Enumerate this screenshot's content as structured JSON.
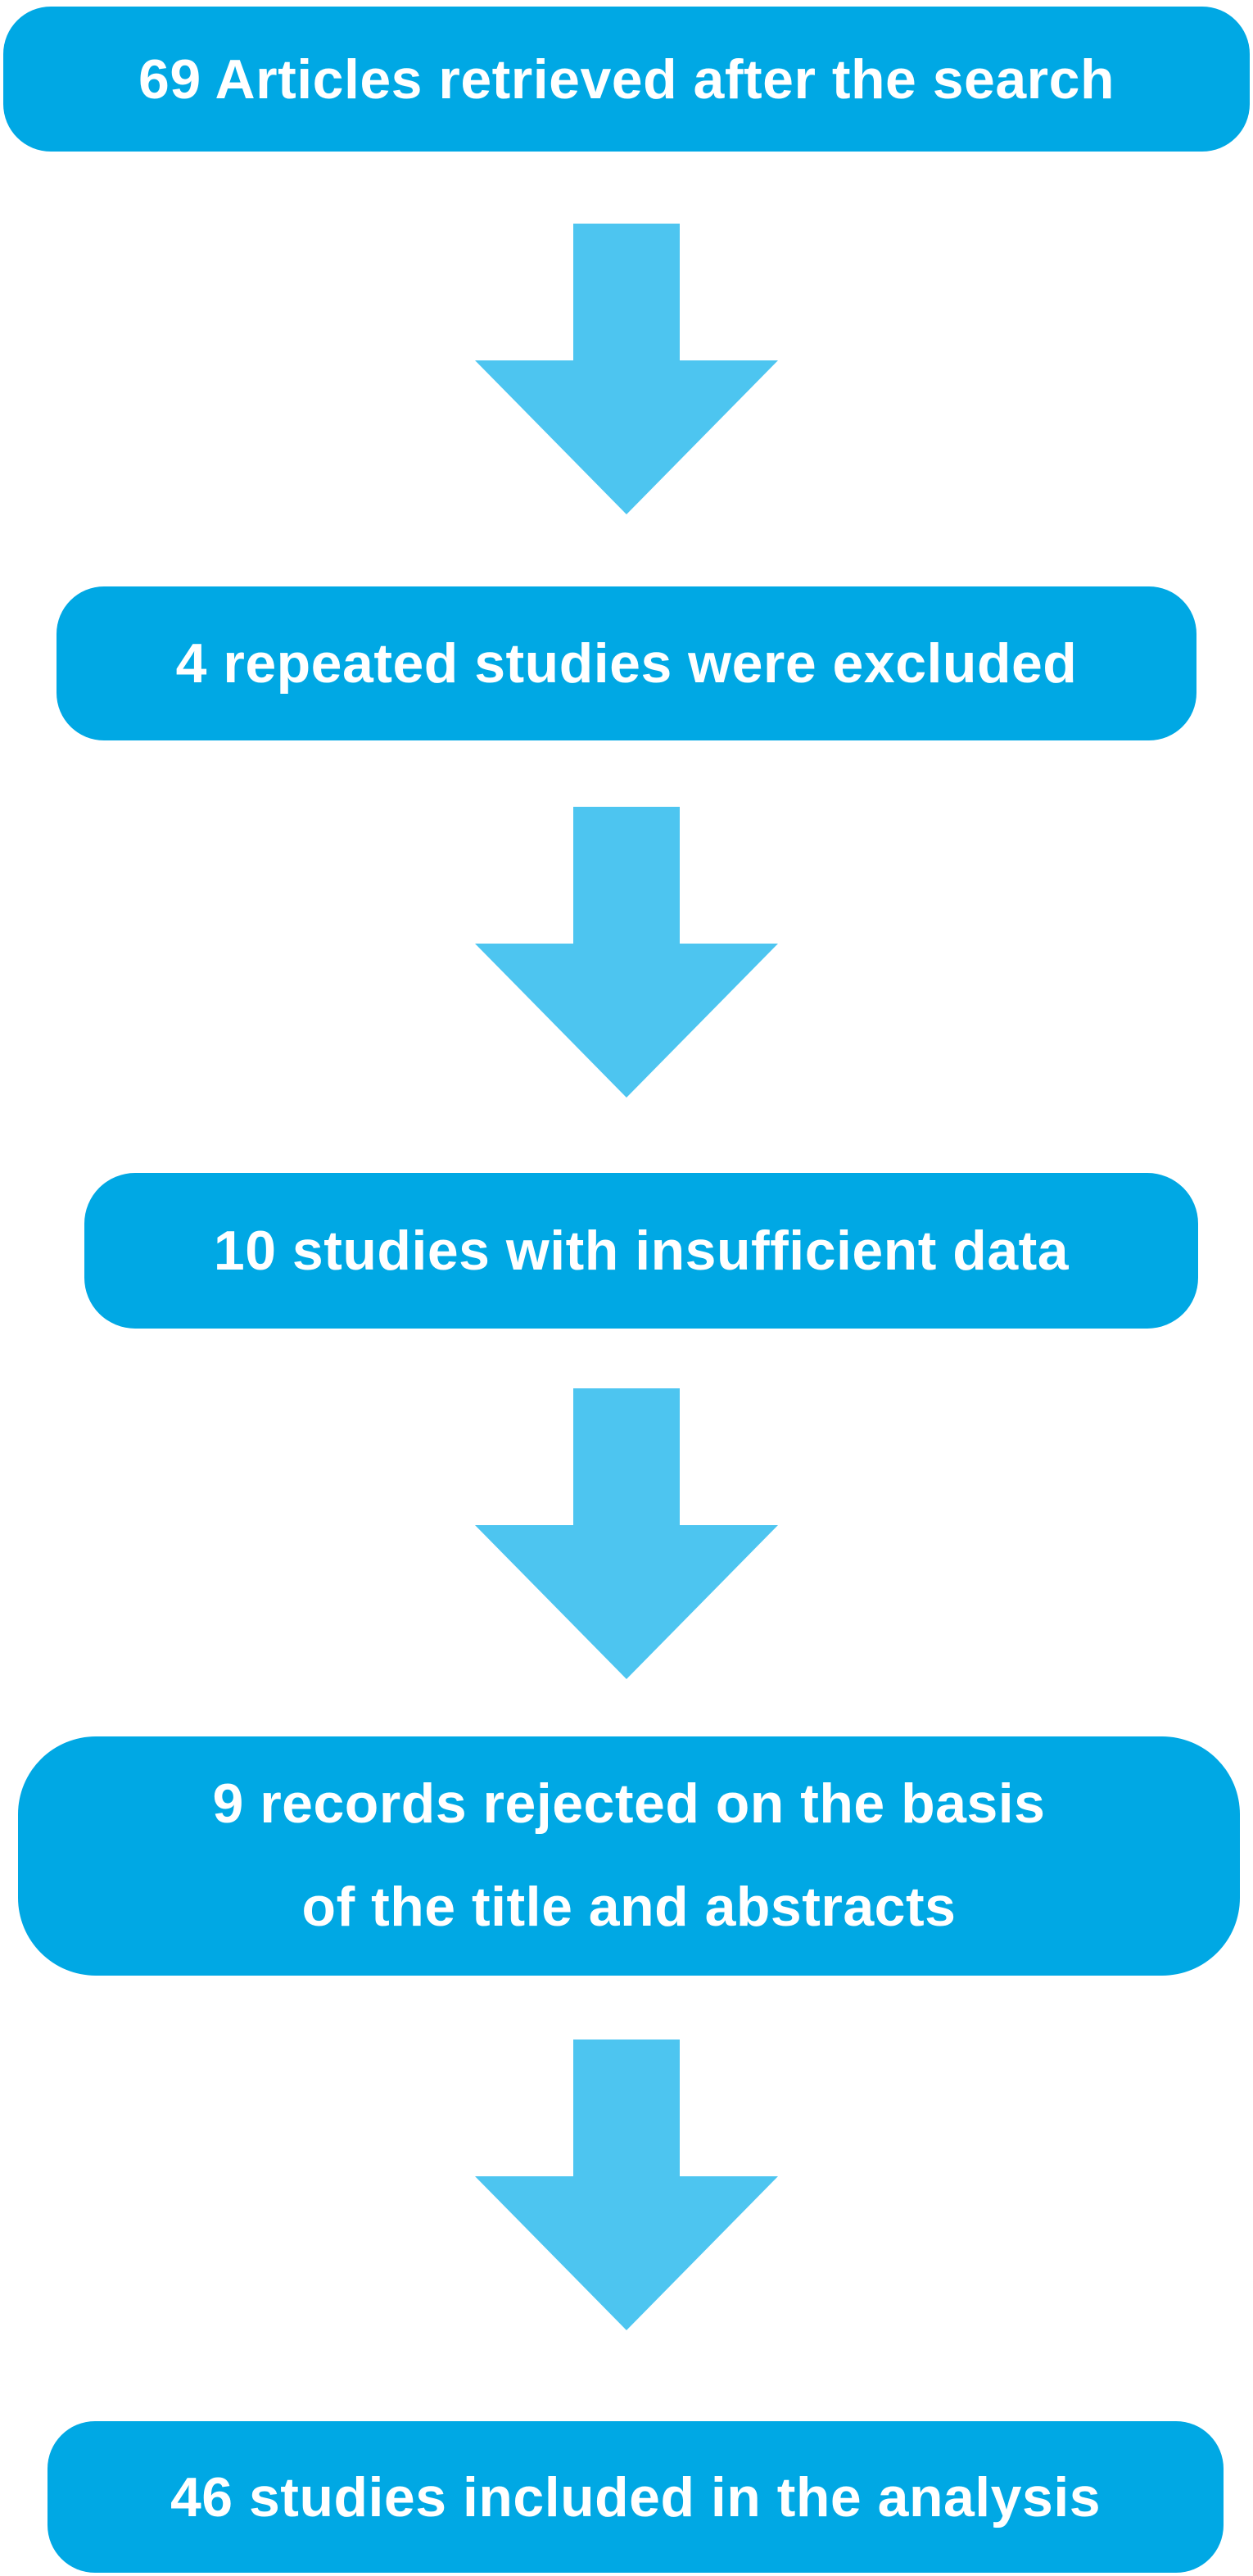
{
  "colors": {
    "box_fill": "#00A8E4",
    "arrow_fill": "#4DC5F0",
    "text_color": "#FFFFFF",
    "background": "#FFFFFF"
  },
  "flowchart": {
    "type": "vertical-flow",
    "connector": "down-arrow",
    "steps": [
      {
        "value": "69",
        "label": "69 Articles retrieved after the search",
        "lines": [
          "69 Articles retrieved after the search"
        ]
      },
      {
        "value": "4",
        "label": "4 repeated studies were excluded",
        "lines": [
          "4 repeated studies were excluded"
        ]
      },
      {
        "value": "10",
        "label": "10 studies with insufficient data",
        "lines": [
          "10 studies with insufficient data"
        ]
      },
      {
        "value": "9",
        "label": "9 records rejected on the basis of the title and abstracts",
        "lines": [
          "9 records rejected on the basis",
          "of the title and abstracts"
        ]
      },
      {
        "value": "46",
        "label": "46 studies included in the analysis",
        "lines": [
          "46 studies included in the analysis"
        ]
      }
    ]
  }
}
